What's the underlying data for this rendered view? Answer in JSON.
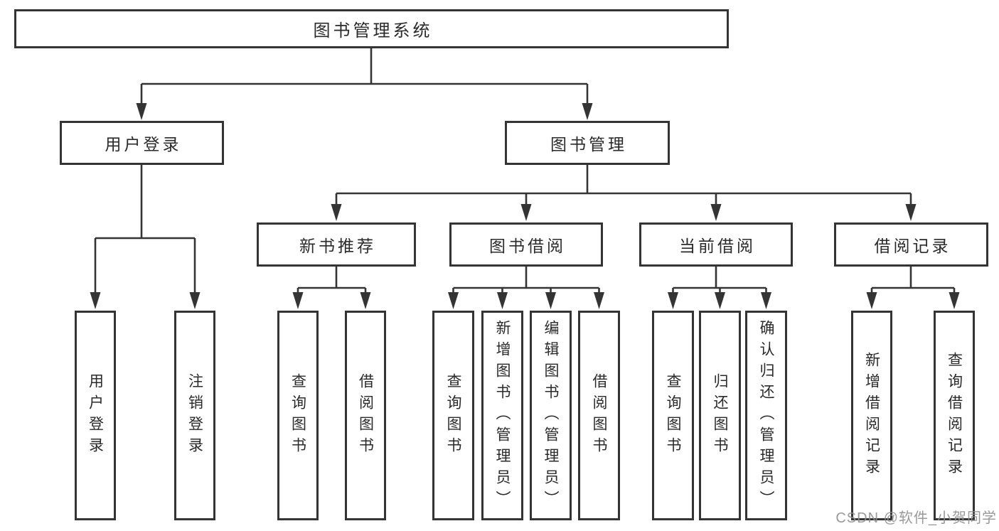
{
  "tree": {
    "root": {
      "label": "图书管理系统",
      "children": [
        {
          "label": "用户登录",
          "children": [
            {
              "label": "用户登录"
            },
            {
              "label": "注销登录"
            }
          ]
        },
        {
          "label": "图书管理",
          "children": [
            {
              "label": "新书推荐",
              "children": [
                {
                  "label": "查询图书"
                },
                {
                  "label": "借阅图书"
                }
              ]
            },
            {
              "label": "图书借阅",
              "children": [
                {
                  "label": "查询图书"
                },
                {
                  "label": "新增图书（管理员）"
                },
                {
                  "label": "编辑图书（管理员）"
                },
                {
                  "label": "借阅图书"
                }
              ]
            },
            {
              "label": "当前借阅",
              "children": [
                {
                  "label": "查询图书"
                },
                {
                  "label": "归还图书"
                },
                {
                  "label": "确认归还（管理员）"
                }
              ]
            },
            {
              "label": "借阅记录",
              "children": [
                {
                  "label": "新增借阅记录"
                },
                {
                  "label": "查询借阅记录"
                }
              ]
            }
          ]
        }
      ]
    }
  },
  "watermark": {
    "text": "CSDN @软件_小贺同学"
  },
  "colors": {
    "line": "#343434",
    "text": "#2a2a2a",
    "background": "#ffffff",
    "watermark": "#8f8f8f"
  }
}
